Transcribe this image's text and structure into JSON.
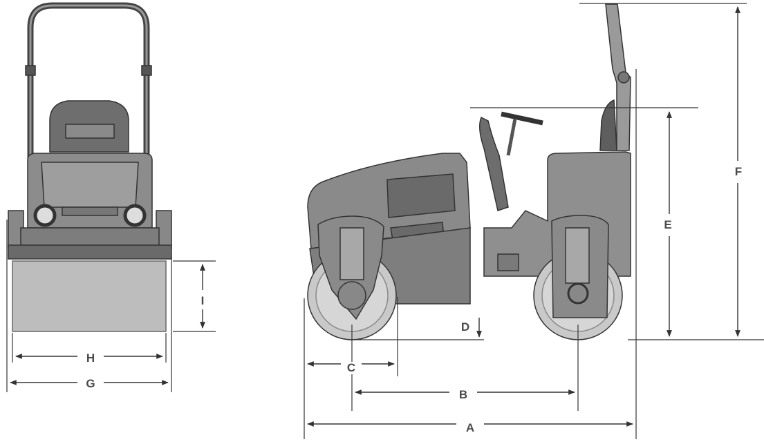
{
  "dimensions": {
    "A": "A",
    "B": "B",
    "C": "C",
    "D": "D",
    "E": "E",
    "F": "F",
    "G": "G",
    "H": "H",
    "I": "I"
  }
}
